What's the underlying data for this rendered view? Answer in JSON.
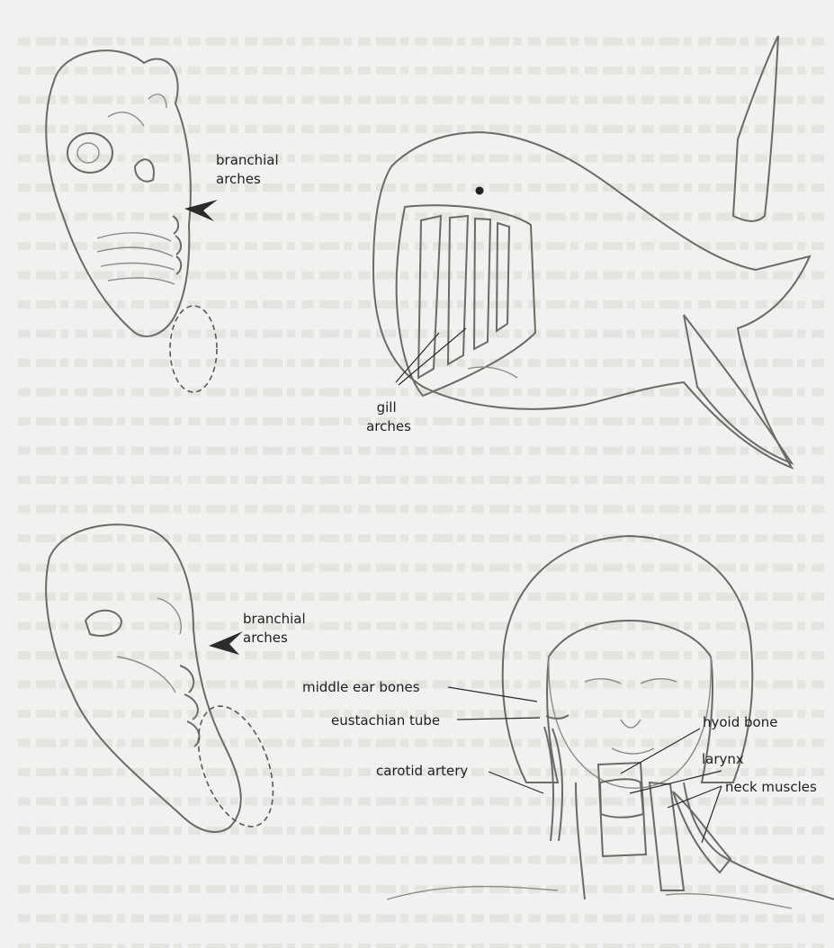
{
  "labels": {
    "branchial_top": [
      "branchial",
      "arches"
    ],
    "gill": [
      "gill",
      "arches"
    ],
    "branchial_bottom": [
      "branchial",
      "arches"
    ],
    "middle_ear": "middle ear bones",
    "eustachian": "eustachian tube",
    "carotid": "carotid artery",
    "hyoid": "hyoid bone",
    "larynx": "larynx",
    "neck_muscles": "neck muscles"
  },
  "colors": {
    "paper": "#f2f1ef",
    "pencil": "#6c6a66",
    "label": "#1e1e1e"
  }
}
